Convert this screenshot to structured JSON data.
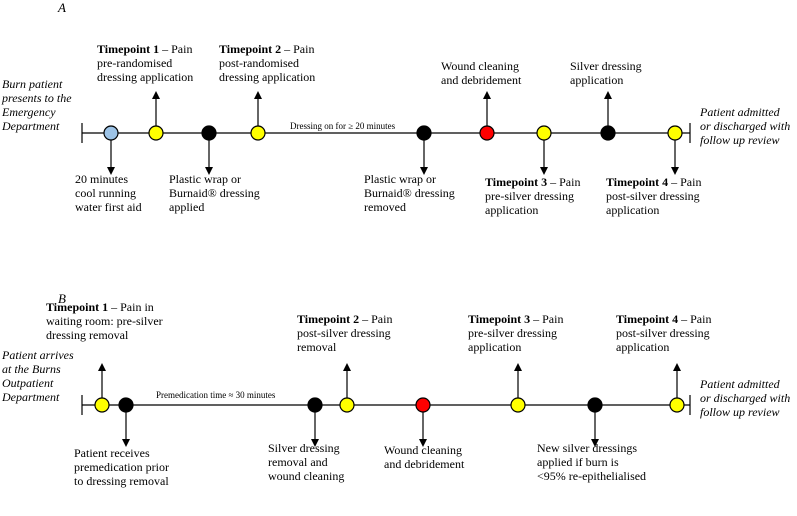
{
  "panelA": {
    "label": "A",
    "start_label": [
      "Burn patient",
      "presents to the",
      "Emergency",
      "Department"
    ],
    "end_label": [
      "Patient admitted",
      "or discharged with",
      "follow up review"
    ],
    "duration_label": "Dressing on for ≥ 20 minutes",
    "nodes": [
      {
        "color": "#9dc3e6",
        "dir": "down",
        "above": [],
        "below": [
          "20 minutes",
          "cool running",
          "water first aid"
        ]
      },
      {
        "color": "#ffff00",
        "dir": "up",
        "tp_bold": "Timepoint 1",
        "tp_rest": " – Pain",
        "above": [
          "pre-randomised",
          "dressing application"
        ],
        "below": []
      },
      {
        "color": "#000000",
        "dir": "down",
        "above": [],
        "below": [
          "Plastic wrap or",
          "Burnaid® dressing",
          "applied"
        ]
      },
      {
        "color": "#ffff00",
        "dir": "up",
        "tp_bold": "Timepoint 2",
        "tp_rest": " – Pain",
        "above": [
          "post-randomised",
          "dressing application"
        ],
        "below": []
      },
      {
        "color": "#000000",
        "dir": "down",
        "above": [],
        "below": [
          "Plastic wrap or",
          "Burnaid® dressing",
          "removed"
        ]
      },
      {
        "color": "#ff0000",
        "dir": "up",
        "above": [
          "Wound cleaning",
          "and debridement"
        ],
        "below": []
      },
      {
        "color": "#ffff00",
        "dir": "down",
        "tp_bold": "Timepoint 3",
        "tp_rest": " – Pain",
        "above": [],
        "below": [
          "pre-silver dressing",
          "application"
        ]
      },
      {
        "color": "#000000",
        "dir": "up",
        "above": [
          "Silver dressing",
          "application"
        ],
        "below": []
      },
      {
        "color": "#ffff00",
        "dir": "down",
        "tp_bold": "Timepoint 4",
        "tp_rest": " – Pain",
        "above": [],
        "below": [
          "post-silver dressing",
          "application"
        ]
      }
    ]
  },
  "panelB": {
    "label": "B",
    "start_label": [
      "Patient arrives",
      "at the Burns",
      "Outpatient",
      "Department"
    ],
    "end_label": [
      "Patient admitted",
      "or discharged with",
      "follow up review"
    ],
    "duration_label": "Premedication time ≈ 30 minutes",
    "nodes": [
      {
        "color": "#ffff00",
        "dir": "up",
        "tp_bold": "Timepoint 1",
        "tp_rest": " – Pain in",
        "above": [
          "waiting room: pre-silver",
          "dressing removal"
        ],
        "below": []
      },
      {
        "color": "#000000",
        "dir": "down",
        "above": [],
        "below": [
          "Patient receives",
          "premedication prior",
          "to dressing removal"
        ]
      },
      {
        "color": "#000000",
        "dir": "down",
        "above": [],
        "below": [
          "Silver dressing",
          "removal and",
          "wound cleaning"
        ]
      },
      {
        "color": "#ffff00",
        "dir": "up",
        "tp_bold": "Timepoint 2",
        "tp_rest": " – Pain",
        "above": [
          "post-silver dressing",
          "removal"
        ],
        "below": []
      },
      {
        "color": "#ff0000",
        "dir": "down",
        "above": [],
        "below": [
          "Wound cleaning",
          "and debridement"
        ]
      },
      {
        "color": "#ffff00",
        "dir": "up",
        "tp_bold": "Timepoint 3",
        "tp_rest": " – Pain",
        "above": [
          "pre-silver dressing",
          "application"
        ],
        "below": []
      },
      {
        "color": "#000000",
        "dir": "down",
        "above": [],
        "below": [
          "New silver dressings",
          "applied if burn is",
          "<95% re-epithelialised"
        ]
      },
      {
        "color": "#ffff00",
        "dir": "up",
        "tp_bold": "Timepoint 4",
        "tp_rest": " – Pain",
        "above": [
          "post-silver dressing",
          "application"
        ],
        "below": []
      }
    ]
  }
}
